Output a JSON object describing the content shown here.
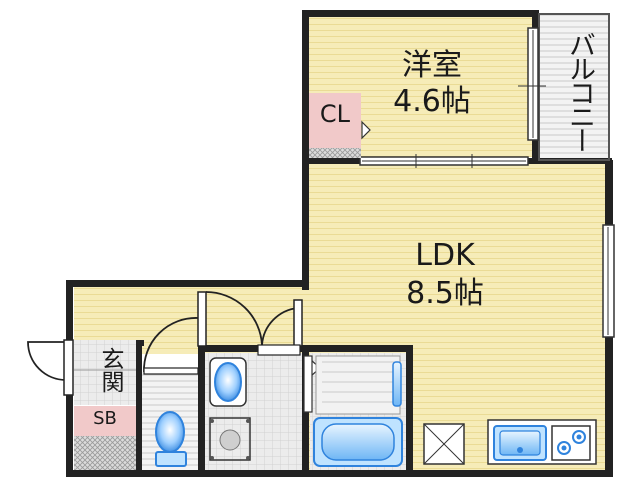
{
  "rooms": {
    "western": {
      "name": "洋室",
      "size": "4.6帖"
    },
    "ldk": {
      "name": "LDK",
      "size": "8.5帖"
    },
    "closet": {
      "label": "CL"
    },
    "balcony": {
      "label": "バルコニー"
    },
    "entrance": {
      "label": "玄関"
    },
    "shoebox": {
      "label": "SB"
    }
  },
  "colors": {
    "wall": "#222222",
    "floor_wood": "#f6ecb8",
    "wet_area": "#e3e3e3",
    "closet_fill": "#f1c9c9",
    "fixture_blue": "#3d8fe0",
    "fixture_light": "#bfe3ff"
  }
}
